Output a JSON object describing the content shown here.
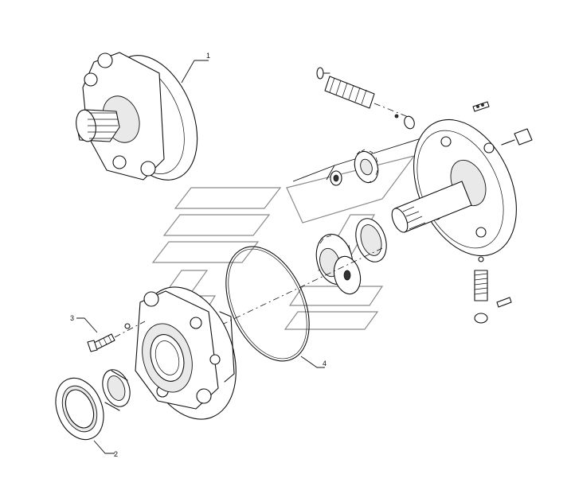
{
  "diagram": {
    "callouts": [
      {
        "id": "1",
        "label": "1"
      },
      {
        "id": "2",
        "label": "2"
      },
      {
        "id": "3",
        "label": "3"
      },
      {
        "id": "4",
        "label": "4"
      }
    ]
  },
  "watermark": {
    "type": "outlined logo",
    "color": "#8a8a8a"
  }
}
